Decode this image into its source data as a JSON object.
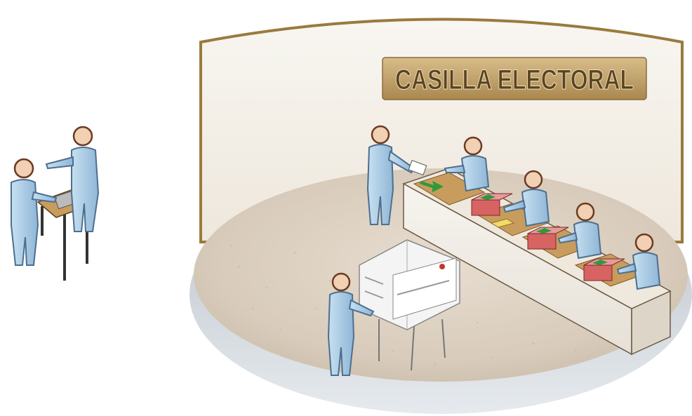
{
  "sign": {
    "text": "CASILLA ELECTORAL"
  },
  "colors": {
    "figure_fill": "#a9cbe3",
    "figure_stroke": "#4d6f90",
    "head_fill": "#f1d0b4",
    "head_stroke": "#6b3b22",
    "wall_frame": "#9a7a3e",
    "floor": "#d9cfc2",
    "table_top": "#c89c5d",
    "sign_bg": "#c2a26a",
    "booth": "#f4f4f4",
    "ballot_box": "#d76363"
  },
  "icons": [
    "person-figure",
    "voting-booth",
    "ballot-box",
    "ballot-paper",
    "green-arrow"
  ]
}
